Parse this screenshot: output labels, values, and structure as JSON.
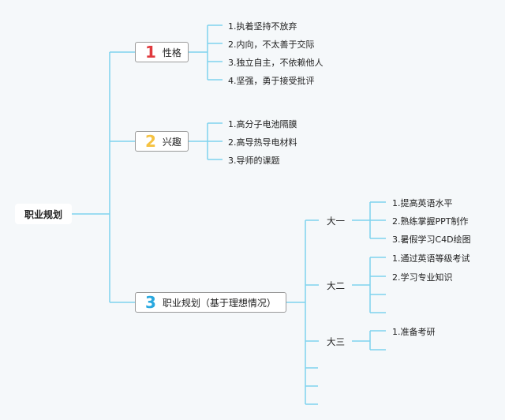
{
  "colors": {
    "line": "#7fd3ee",
    "badge1": "#e03a3e",
    "badge2": "#f5c242",
    "badge3": "#29a8df"
  },
  "root": {
    "label": "职业规划"
  },
  "branches": [
    {
      "number": "1",
      "label": "性格",
      "items": [
        "1.执着坚持不放弃",
        "2.内向，不太善于交际",
        "3.独立自主，不依赖他人",
        "4.坚强，勇于接受批评"
      ]
    },
    {
      "number": "2",
      "label": "兴趣",
      "items": [
        "1.高分子电池隔膜",
        "2.高导热导电材料",
        "3.导师的课题"
      ]
    },
    {
      "number": "3",
      "label": "职业规划（基于理想情况）",
      "stages": [
        {
          "label": "大一",
          "items": [
            "1.提高英语水平",
            "2.熟练掌握PPT制作",
            "3.暑假学习C4D绘图"
          ]
        },
        {
          "label": "大二",
          "items": [
            "1.通过英语等级考试",
            "2.学习专业知识"
          ]
        },
        {
          "label": "大三",
          "items": [
            "1.准备考研"
          ]
        }
      ]
    }
  ]
}
